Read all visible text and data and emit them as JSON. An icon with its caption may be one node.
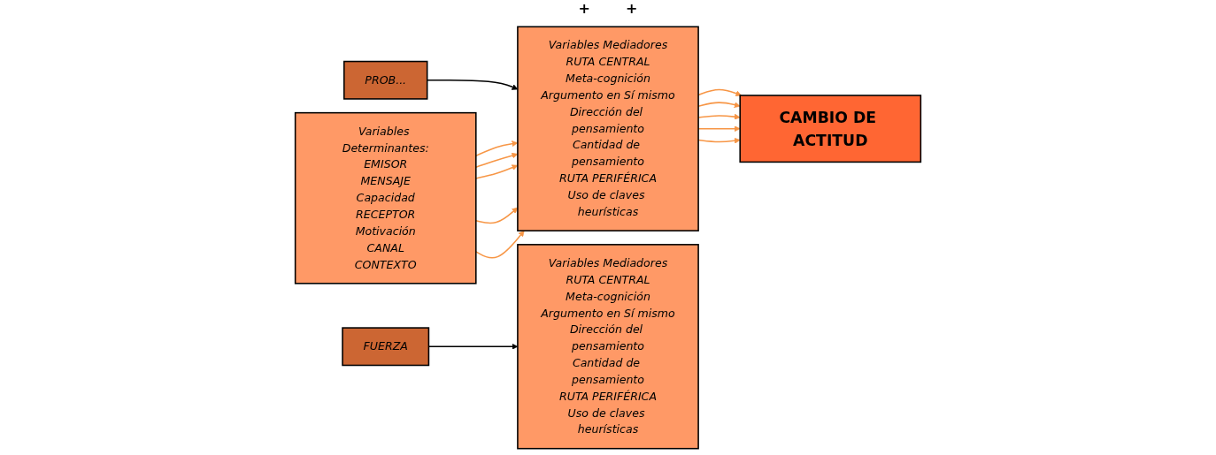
{
  "diagram": {
    "nodes": [
      {
        "text": [
          "PROB..."
        ]
      },
      {
        "text": [
          "FUERZA"
        ]
      },
      {
        "text": [
          "Variables Determinantes:",
          "EMISOR",
          "MENSAJE",
          "Capacidad",
          "RECEPTOR",
          "Motivación",
          "CANAL",
          "CONTEXTO"
        ]
      },
      {
        "text": [
          "Variables Mediadores",
          "RUTA CENTRAL",
          "Meta-cognición",
          "Argumento en Sí mismo",
          "Dirección del pensamiento",
          "Cantidad de pensamiento",
          "RUTA PERIFÉRICA",
          "Uso de claves heurísticas"
        ]
      },
      {
        "text": [
          "CAMBIO DE ACTITUD"
        ]
      },
      {
        "text": [
          "Variables Mediadores",
          "RUTA CENTRAL",
          "Meta-cognición",
          "Argumento en Sí mismo",
          "Dirección del pensamiento",
          "Cantidad de pensamiento",
          "RUTA PERIFÉRICA",
          "Uso de claves heurísticas"
        ]
      }
    ],
    "edges": [
      {
        "from": 0,
        "to": 3,
        "arrow": "to",
        "color": "#000000"
      },
      {
        "from": 1,
        "to": 5,
        "arrow": "to",
        "color": "#000000"
      },
      {
        "from": 2,
        "to": 3,
        "arrow": "to"
      },
      {
        "from": 2,
        "to": 3,
        "arrow": "to"
      },
      {
        "from": 2,
        "to": 3,
        "arrow": "to"
      },
      {
        "from": 2,
        "to": 3,
        "arrow": "to"
      },
      {
        "from": 2,
        "to": 3,
        "arrow": "to"
      },
      {
        "from": 3,
        "to": 4,
        "arrow": "to"
      },
      {
        "from": 3,
        "to": 4,
        "arrow": "to"
      },
      {
        "from": 3,
        "to": 4,
        "arrow": "to"
      },
      {
        "from": 3,
        "to": 4,
        "arrow": "to"
      },
      {
        "from": 3,
        "to": 4,
        "arrow": "to"
      }
    ],
    "labels": [
      "+",
      "+"
    ]
  }
}
